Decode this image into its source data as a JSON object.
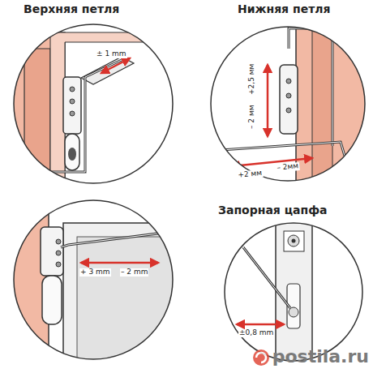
{
  "diagram": {
    "labels": [
      "Верхняя петля",
      "± 1 mm",
      "Нижняя петля",
      "+2,5 мм",
      "– 2 мм",
      "+2 мм",
      "– 2мм",
      "+ 3 mm",
      "– 2 mm",
      "Запорная цапфа",
      "±0,8 mm",
      "postila.ru"
    ]
  }
}
